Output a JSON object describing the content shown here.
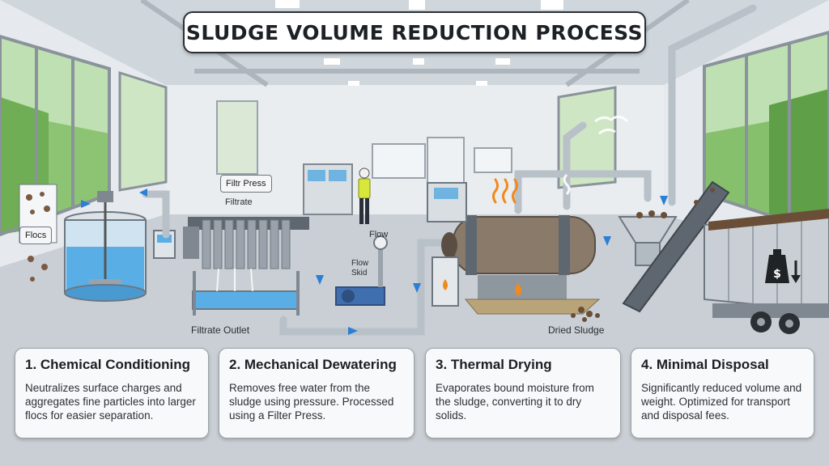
{
  "title": "SLUDGE VOLUME REDUCTION PROCESS",
  "labels": {
    "flocs": "Flocs",
    "filter_press_tag": "Filtr Press",
    "filtrate": "Filtrate",
    "flow": "Flow",
    "flow_skid": "Flow\nSkid",
    "filtrate_outlet": "Filtrate Outlet",
    "dried_sludge": "Dried Sludge"
  },
  "cards": [
    {
      "heading": "1. Chemical Conditioning",
      "body": "Neutralizes surface charges and aggregates fine particles into larger flocs for easier separation."
    },
    {
      "heading": "2. Mechanical Dewatering",
      "body": "Removes free water from the sludge using pressure. Processed using a Filter Press."
    },
    {
      "heading": "3. Thermal Drying",
      "body": "Evaporates bound moisture from the sludge, converting it to dry solids."
    },
    {
      "heading": "4. Minimal Disposal",
      "body": "Significantly reduced volume and weight. Optimized for transport and disposal fees."
    }
  ],
  "colors": {
    "water": "#4aa3df",
    "pipe": "#b9c1c8",
    "flame": "#f08a1c",
    "drum": "#8a7a6a",
    "accent": "#2b7fd4"
  }
}
